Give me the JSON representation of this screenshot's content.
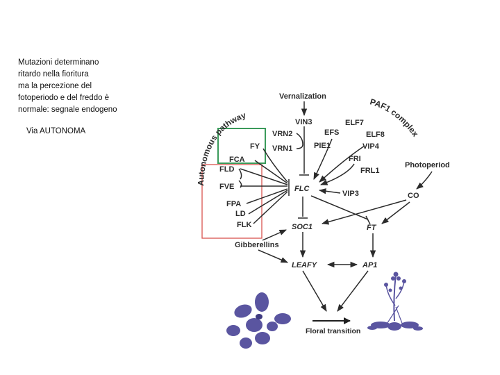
{
  "note": {
    "lines": [
      "Mutazioni determinano",
      "ritardo nella fioritura",
      "ma la percezione del",
      "fotoperiodo e del freddo è",
      "normale: segnale endogeno"
    ],
    "via": "Via AUTONOMA"
  },
  "diagram": {
    "vernalization": "Vernalization",
    "paf1_complex": "PAF1 complex",
    "autonomous_pathway": "Autonomous pathway",
    "photoperiod": "Photoperiod",
    "gibberellins": "Gibberellins",
    "floral_transition": "Floral transition",
    "nodes": {
      "vin3": "VIN3",
      "vrn2": "VRN2",
      "vrn1": "VRN1",
      "efs": "EFS",
      "elf7": "ELF7",
      "elf8": "ELF8",
      "pie1": "PIE1",
      "vip4": "VIP4",
      "fri": "FRI",
      "frl1": "FRL1",
      "fy": "FY",
      "fca": "FCA",
      "fld": "FLD",
      "fve": "FVE",
      "fpa": "FPA",
      "ld": "LD",
      "flk": "FLK",
      "flc": "FLC",
      "vip3": "VIP3",
      "co": "CO",
      "soc1": "SOC1",
      "ft": "FT",
      "leafy": "LEAFY",
      "ap1": "AP1"
    },
    "colors": {
      "text": "#2b2b2b",
      "green_box": "#3a9a5a",
      "red_box": "#d9534f",
      "plant": "#5a55a0"
    }
  }
}
